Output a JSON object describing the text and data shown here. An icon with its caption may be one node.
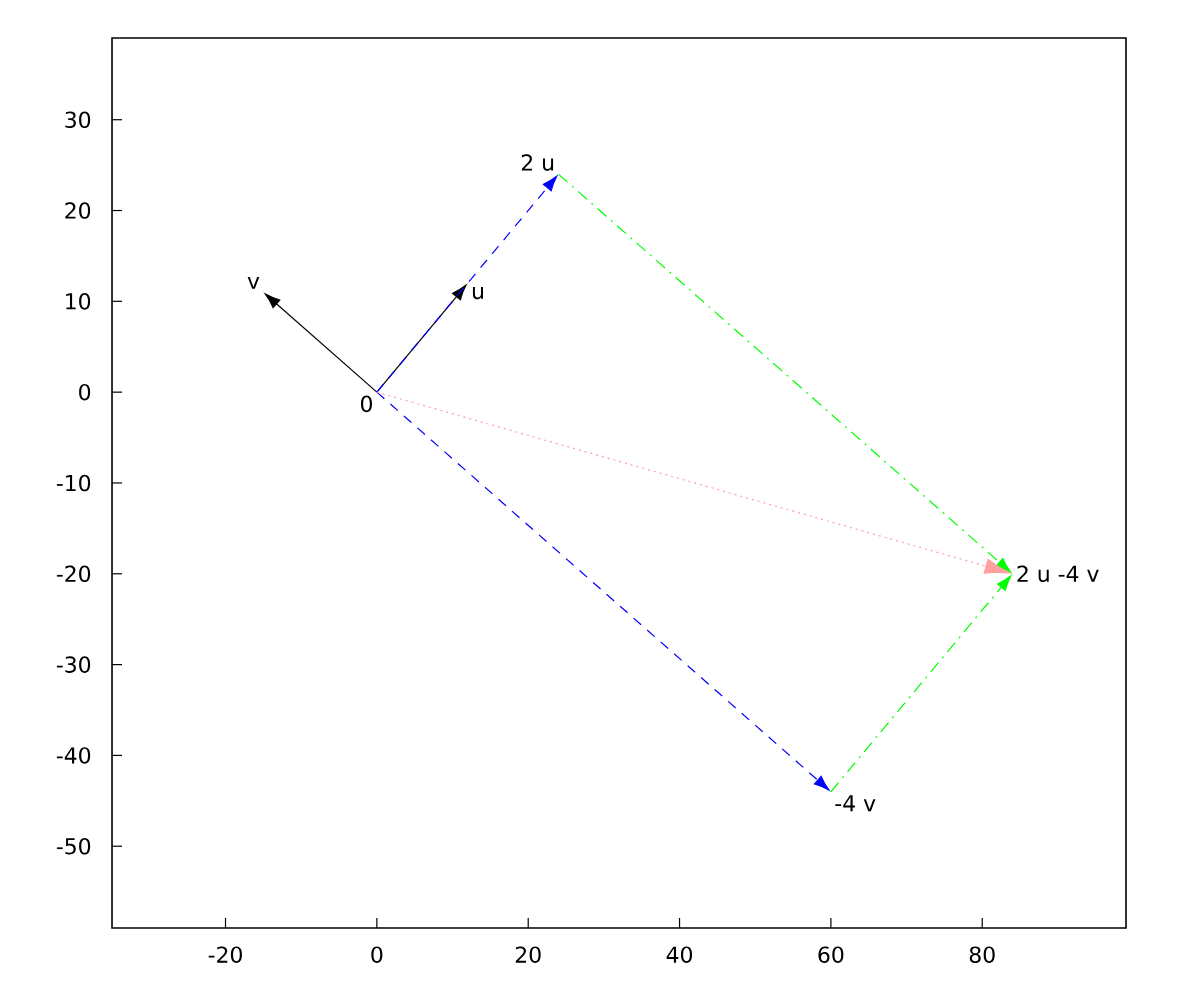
{
  "diagram": {
    "nodes": [
      {
        "text": [
          "0"
        ]
      },
      {
        "text": [
          "u"
        ]
      },
      {
        "text": [
          "v"
        ]
      },
      {
        "text": [
          "2 u"
        ]
      },
      {
        "text": [
          "-4 v"
        ]
      },
      {
        "text": [
          "2 u -4 v"
        ]
      }
    ],
    "edges": [
      {
        "from": 0,
        "to": 1,
        "arrow": "to"
      },
      {
        "from": 0,
        "to": 2,
        "arrow": "to"
      },
      {
        "from": 0,
        "to": 3,
        "arrow": "to",
        "style": "dashed",
        "color": "#0000ff"
      },
      {
        "from": 0,
        "to": 4,
        "arrow": "to",
        "style": "dashed",
        "color": "#0000ff"
      },
      {
        "from": 3,
        "to": 5,
        "arrow": "to",
        "style": "dashed",
        "color": "#00ff00"
      },
      {
        "from": 4,
        "to": 5,
        "arrow": "to",
        "style": "dashed",
        "color": "#00ff00"
      },
      {
        "from": 0,
        "to": 5,
        "arrow": "to",
        "style": "dashed",
        "color": "#ffa0a0"
      }
    ],
    "chart_data": {
      "type": "line",
      "xlim": [
        -35,
        99
      ],
      "ylim": [
        -59,
        39
      ],
      "xticks": [
        {
          "value": -20,
          "label": "-20"
        },
        {
          "value": 0,
          "label": "0"
        },
        {
          "value": 20,
          "label": "20"
        },
        {
          "value": 40,
          "label": "40"
        },
        {
          "value": 60,
          "label": "60"
        },
        {
          "value": 80,
          "label": "80"
        }
      ],
      "yticks": [
        {
          "value": -50,
          "label": "-50"
        },
        {
          "value": -40,
          "label": "-40"
        },
        {
          "value": -30,
          "label": "-30"
        },
        {
          "value": -20,
          "label": "-20"
        },
        {
          "value": -10,
          "label": "-10"
        },
        {
          "value": 0,
          "label": "0"
        },
        {
          "value": 10,
          "label": "10"
        },
        {
          "value": 20,
          "label": "20"
        },
        {
          "value": 30,
          "label": "30"
        }
      ]
    }
  }
}
